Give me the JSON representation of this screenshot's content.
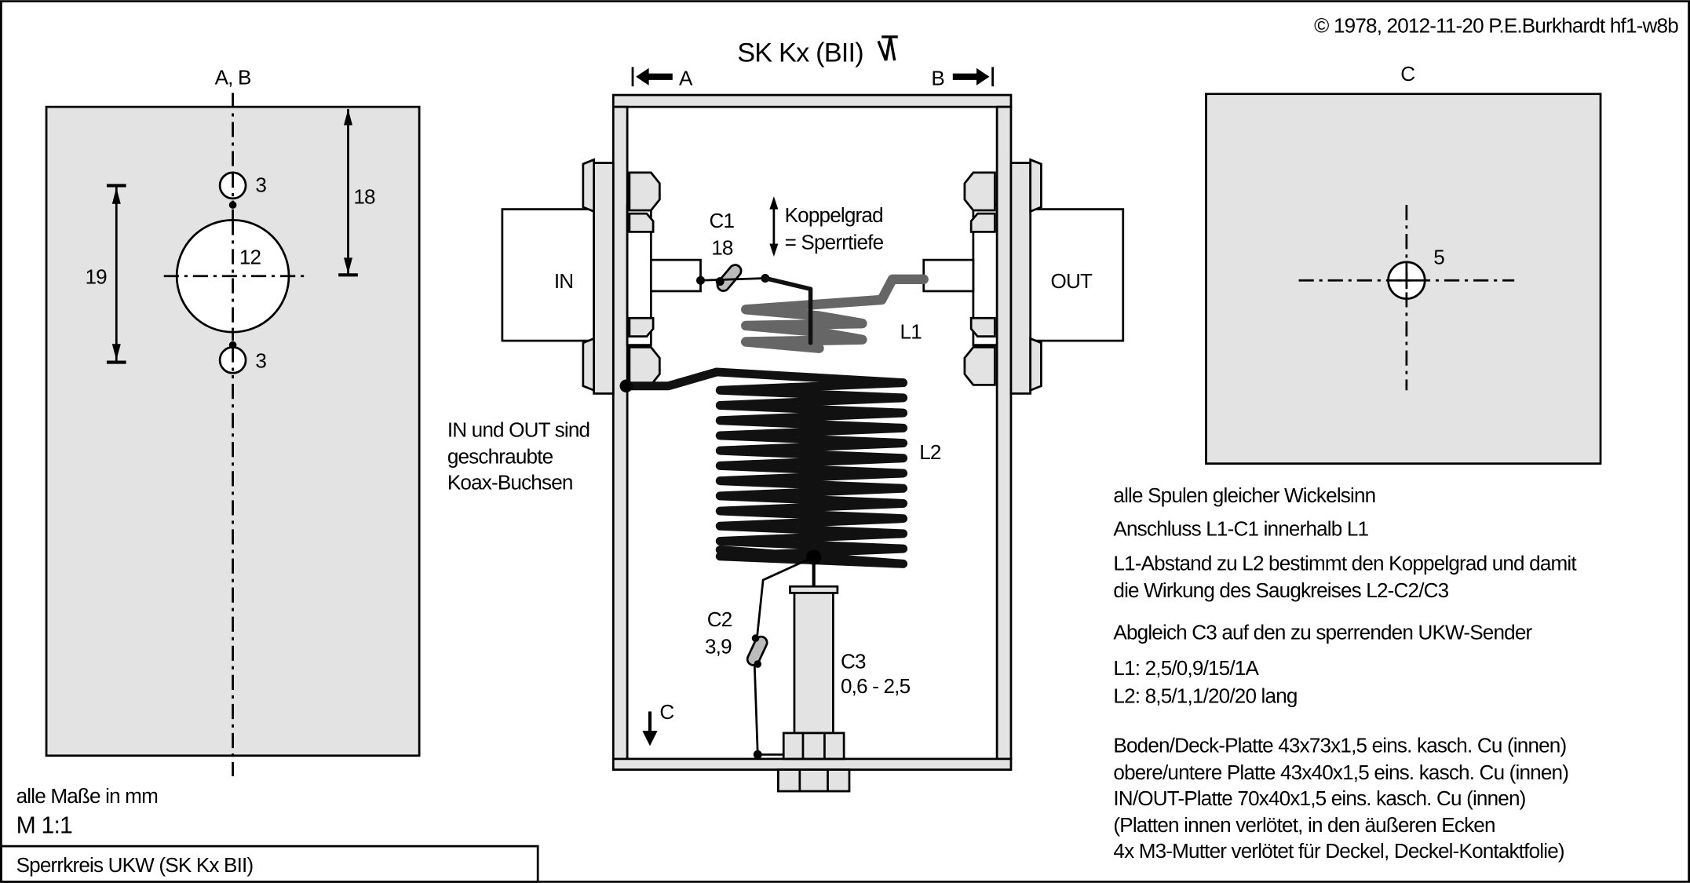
{
  "copyright": "© 1978, 2012-11-20 P.E.Burkhardt hf1-w8b",
  "left_view": {
    "label": "A, B",
    "hole_small_top": "3",
    "hole_large": "12",
    "hole_small_bottom": "3",
    "dim_vertical_spacing": "19",
    "dim_from_top": "18"
  },
  "notes_left": {
    "units": "alle Maße in mm",
    "scale": "M 1:1",
    "title_block": "Sperrkreis UKW (SK Kx BII)"
  },
  "center_view": {
    "title": "SK Kx (BII)",
    "section_a": "A",
    "section_b": "B",
    "in_label": "IN",
    "out_label": "OUT",
    "c1_label": "C1",
    "c1_value": "18",
    "koppel_line1": "Koppelgrad",
    "koppel_line2": "= Sperrtiefe",
    "l1_label": "L1",
    "l2_label": "L2",
    "c2_label": "C2",
    "c2_value": "3,9",
    "c3_label": "C3",
    "c3_value": "0,6 - 2,5",
    "section_c": "C",
    "connector_note": [
      "IN und OUT sind",
      "geschraubte",
      "Koax-Buchsen"
    ]
  },
  "right_view": {
    "label": "C",
    "hole": "5"
  },
  "notes_right": [
    "alle Spulen gleicher Wickelsinn",
    "Anschluss L1-C1 innerhalb L1",
    "L1-Abstand zu L2 bestimmt den Koppelgrad und damit",
    "die Wirkung des Saugkreises L2-C2/C3",
    "Abgleich C3 auf den zu sperrenden UKW-Sender",
    "L1: 2,5/0,9/15/1A",
    "L2: 8,5/1,1/20/20 lang",
    "Boden/Deck-Platte 43x73x1,5 eins. kasch. Cu (innen)",
    "obere/untere Platte 43x40x1,5 eins. kasch. Cu (innen)",
    "IN/OUT-Platte 70x40x1,5 eins. kasch. Cu (innen)",
    "(Platten innen verlötet, in den äußeren Ecken",
    "4x M3-Mutter verlötet für Deckel, Deckel-Kontaktfolie)"
  ],
  "colors": {
    "plate": "#e3e3e3",
    "l1_coil": "#666666",
    "l2_coil": "#111111"
  }
}
